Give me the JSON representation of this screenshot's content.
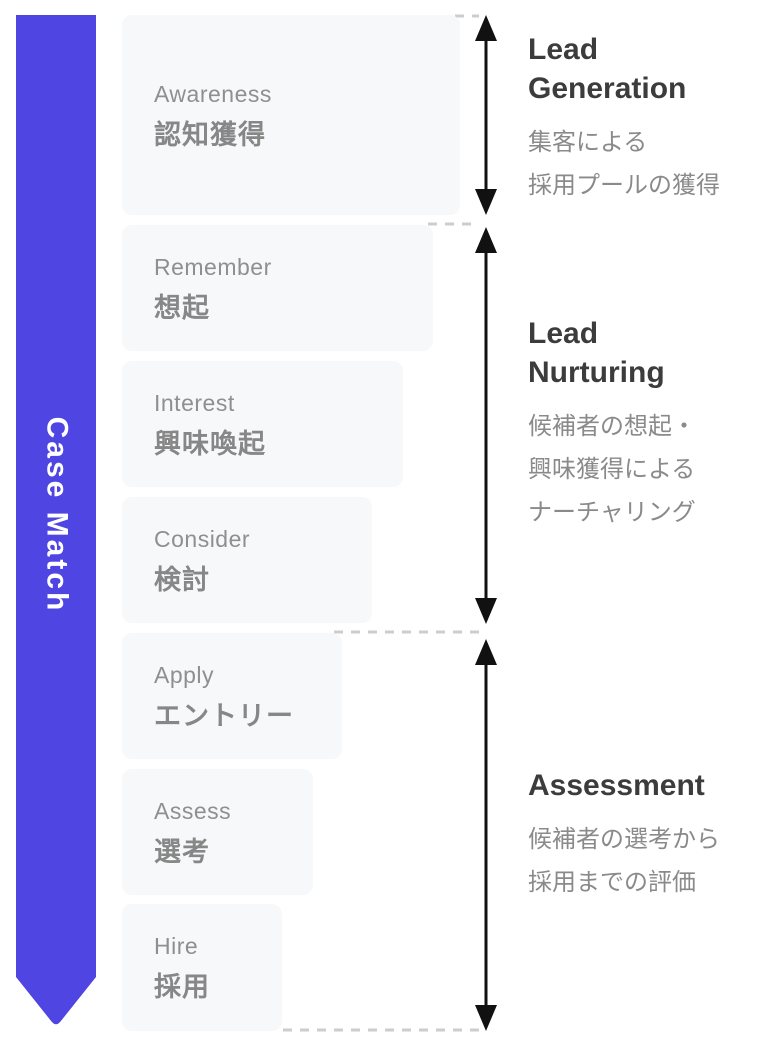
{
  "brand": {
    "ribbon_label": "Case Match"
  },
  "colors": {
    "accent_purple": "#4E45E2",
    "card_background": "#F7F8FA",
    "stage_text_gray": "#8A8A8A",
    "heading_dark": "#3C3C3C",
    "arrow_black": "#111111",
    "dash_gray": "#CDCDCD"
  },
  "funnel": {
    "stages": [
      {
        "en": "Awareness",
        "ja": "認知獲得"
      },
      {
        "en": "Remember",
        "ja": "想起"
      },
      {
        "en": "Interest",
        "ja": "興味喚起"
      },
      {
        "en": "Consider",
        "ja": "検討"
      },
      {
        "en": "Apply",
        "ja": "エントリー"
      },
      {
        "en": "Assess",
        "ja": "選考"
      },
      {
        "en": "Hire",
        "ja": "採用"
      }
    ]
  },
  "phases": [
    {
      "title": "Lead Generation",
      "title_lines": [
        "Lead",
        "Generation"
      ],
      "description_lines": [
        "集客による",
        "採用プールの獲得"
      ]
    },
    {
      "title": "Lead Nurturing",
      "title_lines": [
        "Lead",
        "Nurturing"
      ],
      "description_lines": [
        "候補者の想起・",
        "興味獲得による",
        "ナーチャリング"
      ]
    },
    {
      "title": "Assessment",
      "title_lines": [
        "Assessment"
      ],
      "description_lines": [
        "候補者の選考から",
        "採用までの評価"
      ]
    }
  ]
}
